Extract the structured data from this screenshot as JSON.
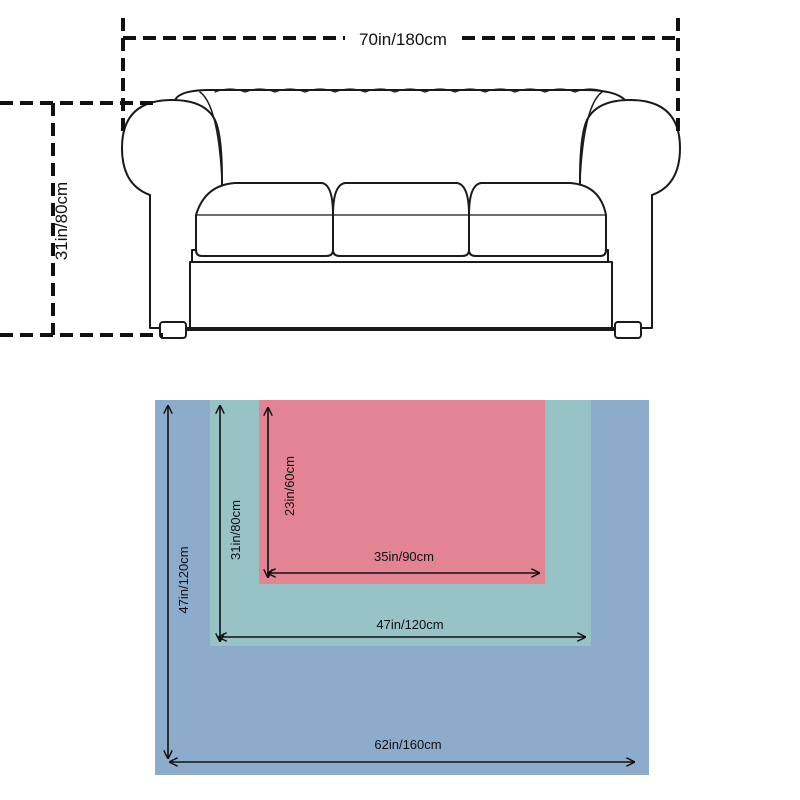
{
  "sofa": {
    "width_label": "70in/180cm",
    "height_label": "31in/80cm"
  },
  "mats": {
    "outer_color": "#8dabcb",
    "middle_color": "#98c3c6",
    "inner_color": "#e28493",
    "small": {
      "height_label": "23in/60cm",
      "width_label": "35in/90cm"
    },
    "medium": {
      "height_label": "31in/80cm",
      "width_label": "47in/120cm"
    },
    "large": {
      "height_label": "47in/120cm",
      "width_label": "62in/160cm"
    }
  }
}
